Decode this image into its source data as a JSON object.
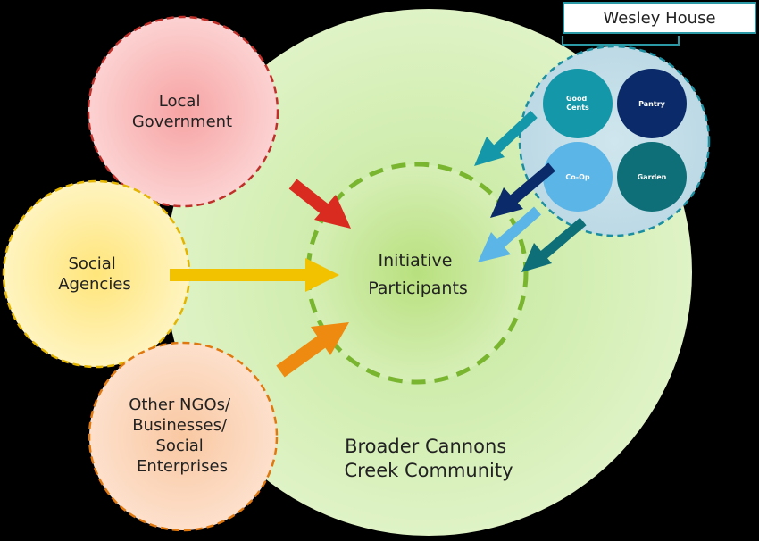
{
  "wesley_house": {
    "title": "Wesley House",
    "programs": {
      "good_cents": [
        "Good",
        "Cents"
      ],
      "pantry": "Pantry",
      "co_op": "Co-Op",
      "garden": "Garden"
    }
  },
  "stakeholders": {
    "local_government": [
      "Local",
      "Government"
    ],
    "social_agencies": [
      "Social",
      "Agencies"
    ],
    "other_ngos": [
      "Other NGOs/",
      "Businesses/",
      "Social",
      "Enterprises"
    ]
  },
  "center": {
    "participants": [
      "Initiative",
      "Participants"
    ]
  },
  "community": {
    "label": [
      "Broader Cannons",
      "Creek Community"
    ]
  },
  "colors": {
    "background": "#000000",
    "community_fill": "#d8f0b8",
    "participants_border": "#7ab530",
    "local_government": "#f07a7a",
    "social_agencies": "#ffe066",
    "other_ngos": "#f9b078",
    "arrow_red": "#d92b1f",
    "arrow_yellow": "#f2c200",
    "arrow_orange": "#ee8a10",
    "good_cents": "#1497a8",
    "pantry": "#0a2a6a",
    "co_op": "#5bb5e6",
    "garden": "#0e6f78"
  }
}
